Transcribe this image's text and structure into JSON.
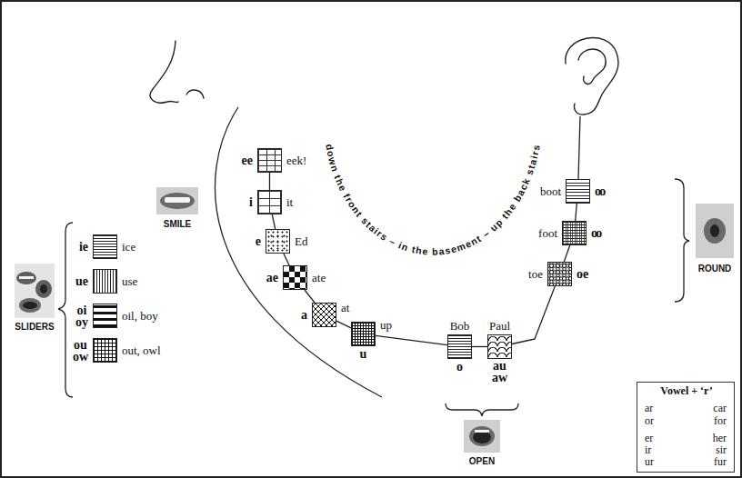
{
  "diagram": {
    "nodes": [
      {
        "text": [
          "ee",
          "eek!"
        ]
      },
      {
        "text": [
          "i",
          "it"
        ]
      },
      {
        "text": [
          "e",
          "Ed"
        ]
      },
      {
        "text": [
          "ae",
          "ate"
        ]
      },
      {
        "text": [
          "a",
          "at"
        ]
      },
      {
        "text": [
          "u",
          "up"
        ]
      },
      {
        "text": [
          "o",
          "Bob"
        ]
      },
      {
        "text": [
          "au aw",
          "Paul"
        ]
      },
      {
        "text": [
          "boot",
          "oo"
        ]
      },
      {
        "text": [
          "foot",
          "oo"
        ]
      },
      {
        "text": [
          "toe",
          "oe"
        ]
      },
      {
        "text": [
          "ie",
          "ice"
        ]
      },
      {
        "text": [
          "ue",
          "use"
        ]
      },
      {
        "text": [
          "oi oy",
          "oil, boy"
        ]
      },
      {
        "text": [
          "ou ow",
          "out, owl"
        ]
      },
      {
        "text": [
          "Vowel + ‘r’",
          "ar",
          "car",
          "or",
          "for",
          "er",
          "ir",
          "ur",
          "her",
          "sir",
          "fur"
        ]
      }
    ],
    "edges": [
      {
        "from": 0,
        "to": 1,
        "arrow": "none"
      },
      {
        "from": 1,
        "to": 2,
        "arrow": "none"
      },
      {
        "from": 2,
        "to": 3,
        "arrow": "none"
      },
      {
        "from": 3,
        "to": 4,
        "arrow": "none"
      },
      {
        "from": 4,
        "to": 5,
        "arrow": "none"
      },
      {
        "from": 5,
        "to": 6,
        "arrow": "none"
      },
      {
        "from": 6,
        "to": 7,
        "arrow": "none"
      },
      {
        "from": 7,
        "to": 10,
        "arrow": "none"
      },
      {
        "from": 10,
        "to": 9,
        "arrow": "none"
      },
      {
        "from": 9,
        "to": 8,
        "arrow": "none"
      }
    ],
    "labels": [
      "down the front stairs – in the basement – up the back stairs",
      "SMILE",
      "ROUND",
      "SLIDERS",
      "OPEN"
    ]
  }
}
